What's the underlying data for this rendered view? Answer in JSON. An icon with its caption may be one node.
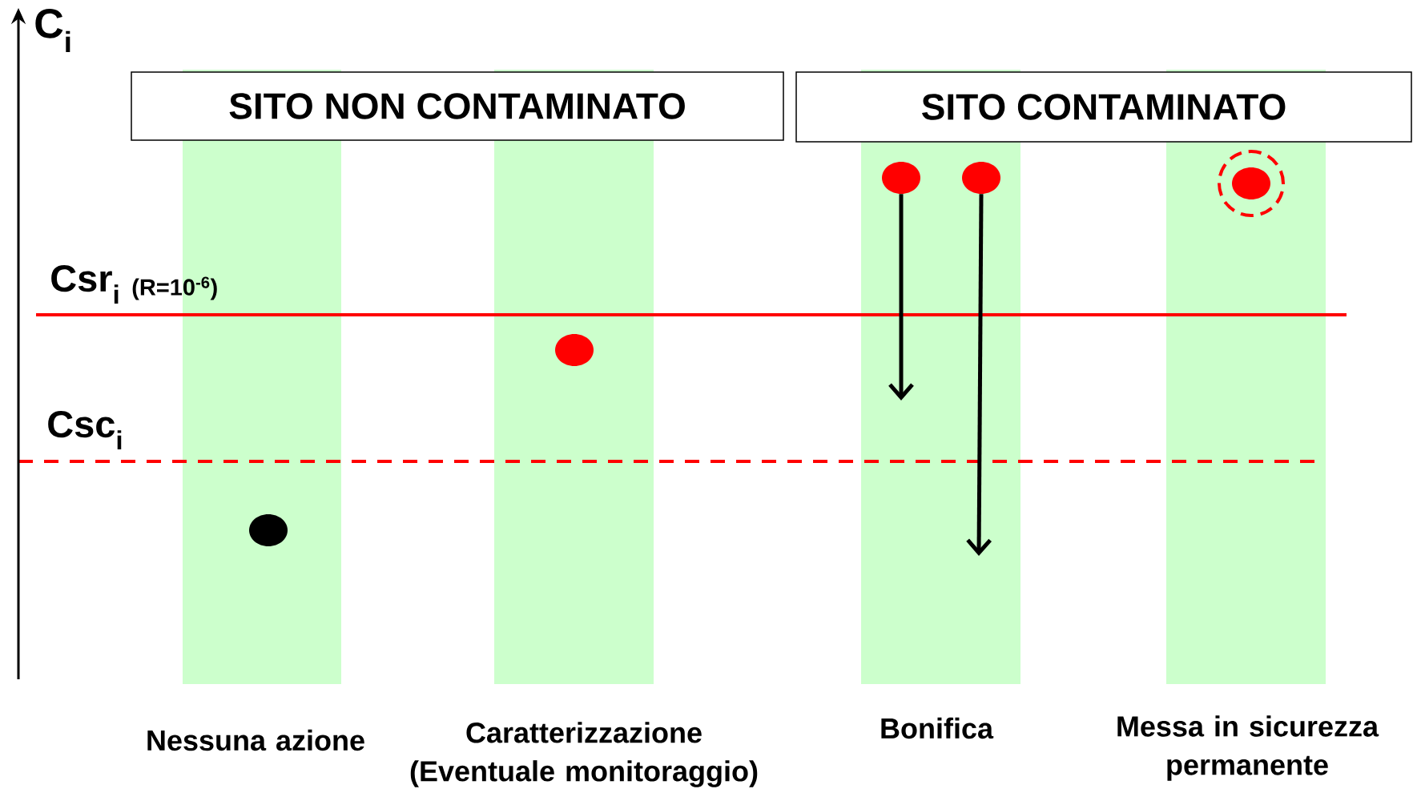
{
  "diagram": {
    "nodes": [
      {
        "text": [
          "SITO NON CONTAMINATO"
        ]
      },
      {
        "text": [
          "SITO CONTAMINATO"
        ]
      },
      {
        "text": [
          "Nessuna azione"
        ]
      },
      {
        "text": [
          "Caratterizzazione (Eventuale monitoraggio)"
        ]
      },
      {
        "text": [
          "Bonifica"
        ]
      },
      {
        "text": [
          "Messa in sicurezza permanente"
        ]
      },
      {
        "text": [],
        "shape": "circle",
        "in": 2
      },
      {
        "text": [],
        "shape": "circle",
        "in": 3
      },
      {
        "text": [],
        "shape": "circle",
        "in": 4
      },
      {
        "text": [],
        "shape": "circle",
        "in": 4
      },
      {
        "text": [],
        "shape": "circle",
        "in": 5
      }
    ],
    "edges": [
      {
        "from": 8,
        "to": null,
        "arrow": "to"
      },
      {
        "from": 9,
        "to": null,
        "arrow": "to"
      }
    ],
    "labels": [
      "C$_{i}$",
      "Csr$_{i}$",
      "(R=10$^{-6}$)",
      "Csc$_{i}$"
    ]
  }
}
